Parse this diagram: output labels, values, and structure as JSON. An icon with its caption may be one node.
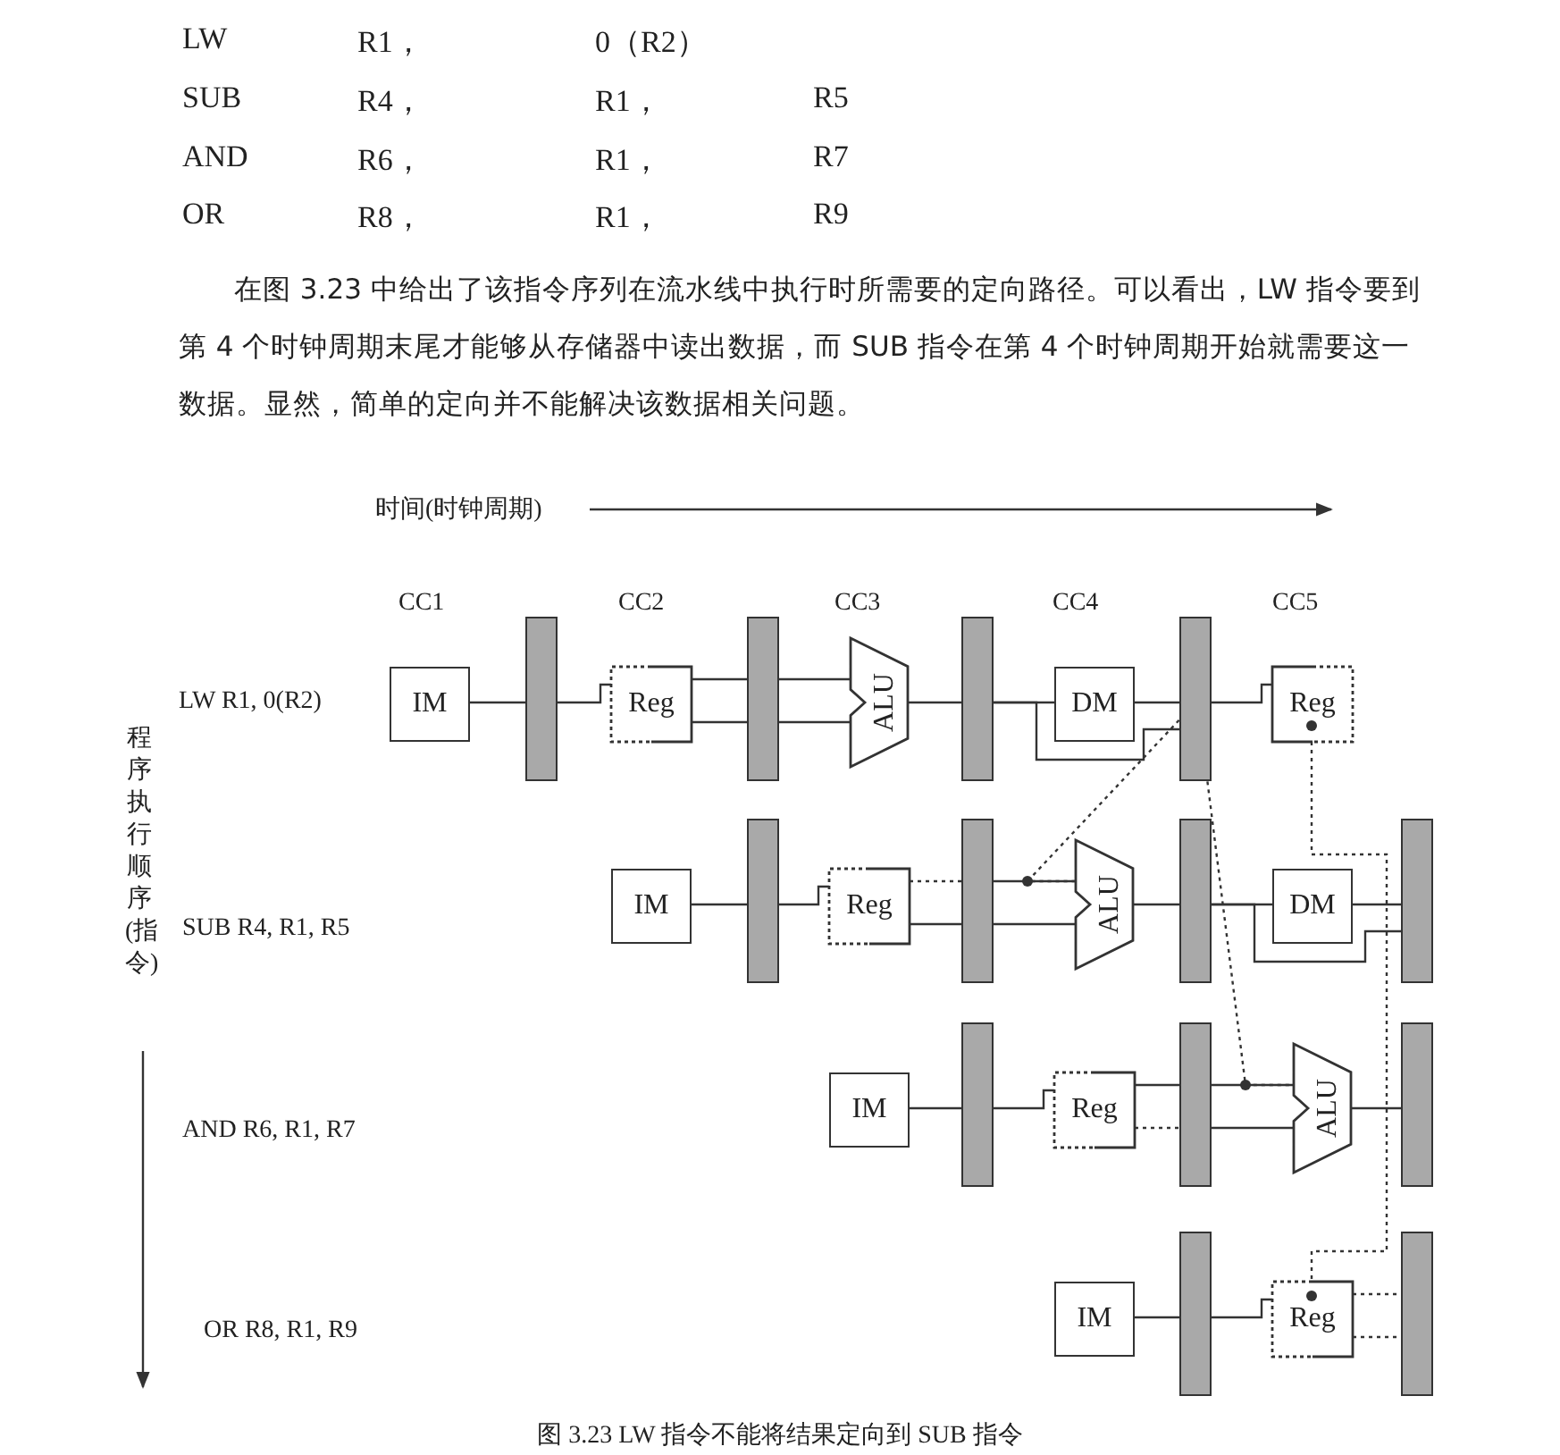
{
  "diagram": {
    "caption": "图 3.23 LW 指令不能将结果定向到 SUB 指令",
    "nodes": [
      {
        "text": [
          "IM"
        ]
      },
      {
        "text": [],
        "shape": "bar"
      },
      {
        "text": [
          "Reg"
        ]
      },
      {
        "text": [],
        "shape": "bar"
      },
      {
        "text": [
          "ALU"
        ]
      },
      {
        "text": [],
        "shape": "bar"
      },
      {
        "text": [
          "DM"
        ]
      },
      {
        "text": [],
        "shape": "bar"
      },
      {
        "text": [
          "Reg"
        ]
      },
      {
        "text": [
          "IM"
        ]
      },
      {
        "text": [],
        "shape": "bar"
      },
      {
        "text": [
          "Reg"
        ]
      },
      {
        "text": [],
        "shape": "bar"
      },
      {
        "text": [
          "ALU"
        ]
      },
      {
        "text": [],
        "shape": "bar"
      },
      {
        "text": [
          "DM"
        ]
      },
      {
        "text": [],
        "shape": "bar"
      },
      {
        "text": [
          "IM"
        ]
      },
      {
        "text": [],
        "shape": "bar"
      },
      {
        "text": [
          "Reg"
        ]
      },
      {
        "text": [],
        "shape": "bar"
      },
      {
        "text": [
          "ALU"
        ]
      },
      {
        "text": [],
        "shape": "bar"
      },
      {
        "text": [
          "IM"
        ]
      },
      {
        "text": [],
        "shape": "bar"
      },
      {
        "text": [
          "Reg"
        ]
      },
      {
        "text": [],
        "shape": "bar"
      }
    ],
    "edges": [
      {
        "from": 0,
        "to": 1,
        "arrow": "none"
      },
      {
        "from": 1,
        "to": 2,
        "arrow": "none"
      },
      {
        "from": 2,
        "to": 3,
        "arrow": "none"
      },
      {
        "from": 2,
        "to": 3,
        "arrow": "none"
      },
      {
        "from": 3,
        "to": 4,
        "arrow": "none"
      },
      {
        "from": 3,
        "to": 4,
        "arrow": "none"
      },
      {
        "from": 4,
        "to": 5,
        "arrow": "none"
      },
      {
        "from": 5,
        "to": 6,
        "arrow": "none"
      },
      {
        "from": 5,
        "to": 7,
        "arrow": "none"
      },
      {
        "from": 6,
        "to": 7,
        "arrow": "none"
      },
      {
        "from": 7,
        "to": 8,
        "arrow": "none"
      },
      {
        "from": 9,
        "to": 10,
        "arrow": "none"
      },
      {
        "from": 10,
        "to": 11,
        "arrow": "none"
      },
      {
        "from": 11,
        "to": 12,
        "arrow": "none",
        "style": "dashed"
      },
      {
        "from": 11,
        "to": 12,
        "arrow": "none"
      },
      {
        "from": 12,
        "to": 13,
        "arrow": "none"
      },
      {
        "from": 12,
        "to": 13,
        "arrow": "none"
      },
      {
        "from": 13,
        "to": 14,
        "arrow": "none"
      },
      {
        "from": 14,
        "to": 15,
        "arrow": "none"
      },
      {
        "from": 14,
        "to": 16,
        "arrow": "none"
      },
      {
        "from": 15,
        "to": 16,
        "arrow": "none"
      },
      {
        "from": 17,
        "to": 18,
        "arrow": "none"
      },
      {
        "from": 18,
        "to": 19,
        "arrow": "none"
      },
      {
        "from": 19,
        "to": 20,
        "arrow": "none"
      },
      {
        "from": 19,
        "to": 20,
        "arrow": "none",
        "style": "dashed"
      },
      {
        "from": 20,
        "to": 21,
        "arrow": "none"
      },
      {
        "from": 20,
        "to": 21,
        "arrow": "none"
      },
      {
        "from": 21,
        "to": 22,
        "arrow": "none"
      },
      {
        "from": 23,
        "to": 24,
        "arrow": "none"
      },
      {
        "from": 24,
        "to": 25,
        "arrow": "none"
      },
      {
        "from": 25,
        "to": 26,
        "arrow": "none",
        "style": "dashed"
      },
      {
        "from": 25,
        "to": 26,
        "arrow": "none",
        "style": "dashed"
      },
      {
        "from": 7,
        "to": 13,
        "arrow": "none",
        "style": "dashed"
      },
      {
        "from": 7,
        "to": 21,
        "arrow": "none",
        "style": "dashed"
      },
      {
        "from": 8,
        "to": 25,
        "arrow": "none",
        "style": "dashed"
      }
    ],
    "labels": [
      "LW",
      "R1，",
      "0（R2）",
      "SUB",
      "R4，",
      "R1，",
      "R5",
      "AND",
      "R6，",
      "R1，",
      "R7",
      "OR",
      "R8，",
      "R1，",
      "R9",
      "在图 3.23 中给出了该指令序列在流水线中执行时所需要的定向路径。可以看出，LW 指令要到第 4 个时钟周期末尾才能够从存储器中读出数据，而 SUB 指令在第 4 个时钟周期开始就需要这一数据。显然，简单的定向并不能解决该数据相关问题。",
      "时间(时钟周期)",
      "CC1",
      "CC2",
      "CC3",
      "CC4",
      "CC5",
      "LW R1, 0(R2)",
      "程序执行顺序(指令)",
      "SUB R4, R1, R5",
      "AND R6, R1, R7",
      "OR R8, R1, R9"
    ]
  }
}
